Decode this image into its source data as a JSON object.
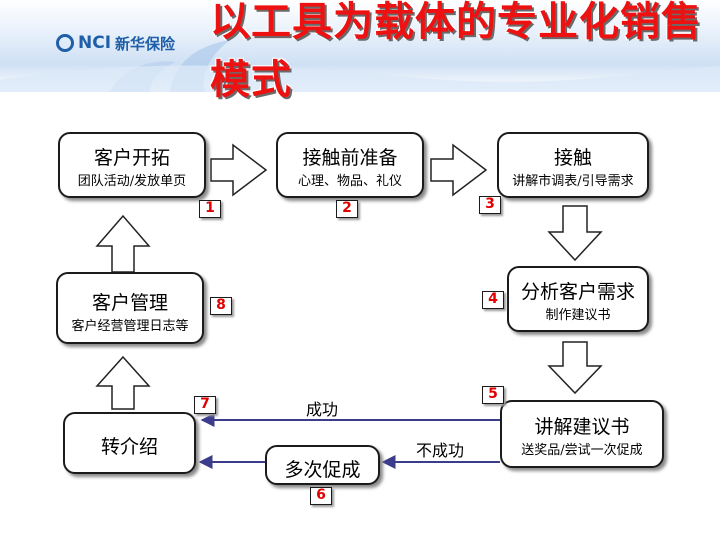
{
  "header": {
    "logo_text": "NCI",
    "logo_cn": "新华保险",
    "title": "以工具为载体的专业化销售模式"
  },
  "steps": [
    {
      "title": "客户开拓",
      "subtitle": "团队活动/发放单页",
      "number": "1"
    },
    {
      "title": "接触前准备",
      "subtitle": "心理、物品、礼仪",
      "number": "2"
    },
    {
      "title": "接触",
      "subtitle": "讲解市调表/引导需求",
      "number": "3"
    },
    {
      "title": "分析客户需求",
      "subtitle": "制作建议书",
      "number": "4"
    },
    {
      "title": "讲解建议书",
      "subtitle": "送奖品/尝试一次促成",
      "number": "5"
    },
    {
      "title": "多次促成",
      "subtitle": "",
      "number": "6"
    },
    {
      "title": "转介绍",
      "subtitle": "",
      "number": "7"
    },
    {
      "title": "客户管理",
      "subtitle": "客户经营管理日志等",
      "number": "8"
    }
  ],
  "edges": {
    "success": "成功",
    "failure": "不成功"
  },
  "colors": {
    "title": "#ee1111",
    "number": "#e00000",
    "arrow_line": "#3c3c8c",
    "logo": "#1f5fa8"
  }
}
